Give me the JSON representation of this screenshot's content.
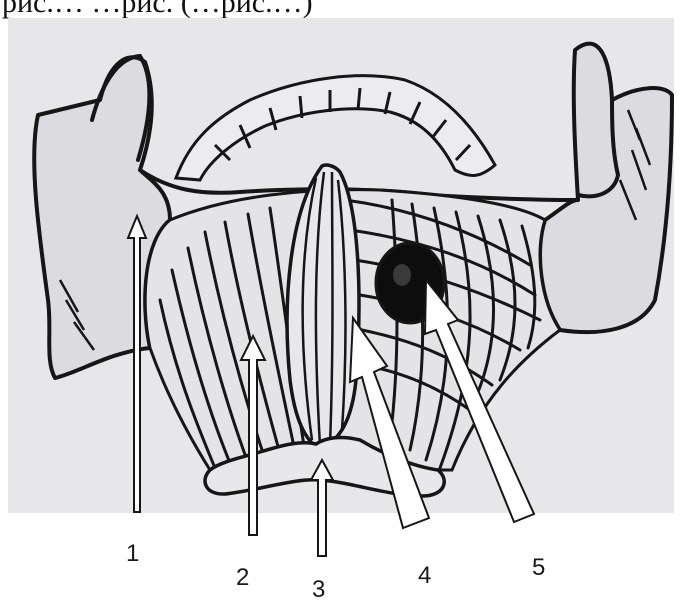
{
  "caption": "рис.… …рис. (…рис.…)",
  "labels": [
    {
      "id": "1",
      "text": "1"
    },
    {
      "id": "2",
      "text": "2"
    },
    {
      "id": "3",
      "text": "3"
    },
    {
      "id": "4",
      "text": "4"
    },
    {
      "id": "5",
      "text": "5"
    }
  ],
  "colors": {
    "paper": "#e7e7ea",
    "ink": "#161616",
    "arrow_fill": "#ffffff",
    "dark_mass": "#0d0d0d"
  }
}
